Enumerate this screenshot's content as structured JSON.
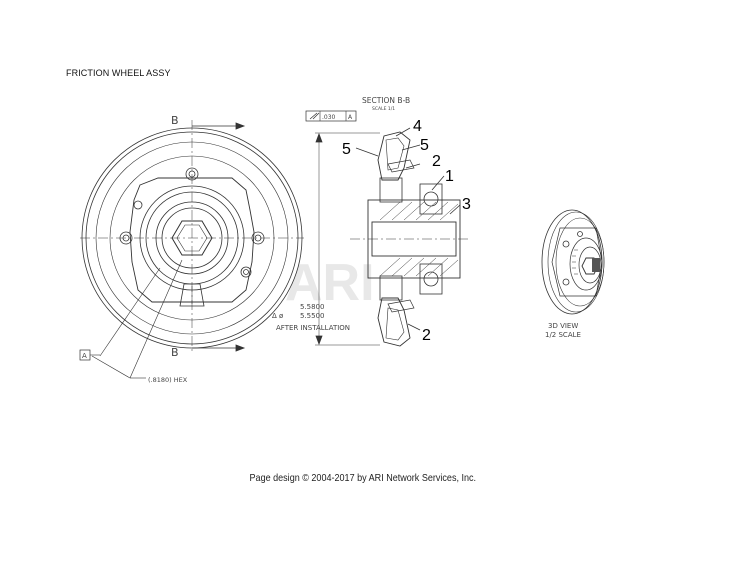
{
  "title": "FRICTION WHEEL ASSY",
  "footer": "Page design © 2004-2017 by ARI Network Services, Inc.",
  "watermark": "ARI",
  "front_view": {
    "section_mark_top": "B",
    "section_mark_bottom": "B",
    "datum_label": "A",
    "hex_dimension": "(.8180) HEX"
  },
  "section_view": {
    "title": "SECTION B-B",
    "scale": "SCALE 1/1",
    "tolerance_value": ".030",
    "tolerance_datum": "A",
    "dimension_max": "5.5800",
    "dimension_min": "5.5500",
    "dimension_symbol": "Δ ø",
    "dimension_note": "AFTER INSTALLATION",
    "callouts": [
      "1",
      "2",
      "3",
      "4",
      "5",
      "5",
      "2"
    ]
  },
  "iso_view": {
    "label": "3D VIEW",
    "scale": "1/2 SCALE"
  }
}
